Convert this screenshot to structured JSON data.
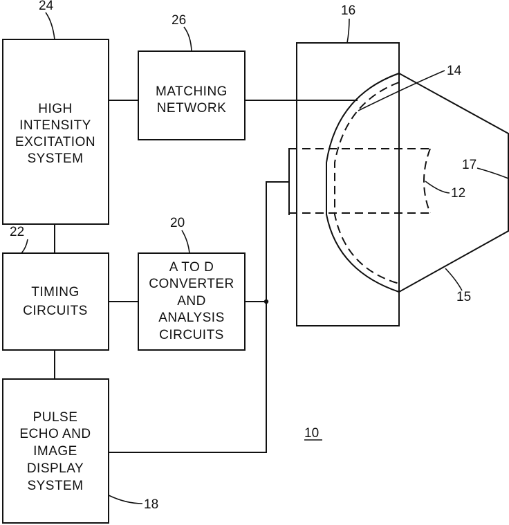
{
  "blocks": {
    "excitation": {
      "lines": [
        "HIGH",
        "INTENSITY",
        "EXCITATION",
        "SYSTEM"
      ],
      "ref": "24"
    },
    "matching": {
      "lines": [
        "MATCHING",
        "NETWORK"
      ],
      "ref": "26"
    },
    "timing": {
      "lines": [
        "TIMING",
        "CIRCUITS"
      ],
      "ref": "22"
    },
    "converter": {
      "lines": [
        "A TO D",
        "CONVERTER",
        "AND",
        "ANALYSIS",
        "CIRCUITS"
      ],
      "ref": "20"
    },
    "display": {
      "lines": [
        "PULSE",
        "ECHO AND",
        "IMAGE",
        "DISPLAY",
        "SYSTEM"
      ],
      "ref": "18"
    }
  },
  "refs": {
    "housing": "16",
    "transducer_inner": "14",
    "face": "17",
    "focus": "12",
    "cone": "15",
    "system": "10"
  }
}
